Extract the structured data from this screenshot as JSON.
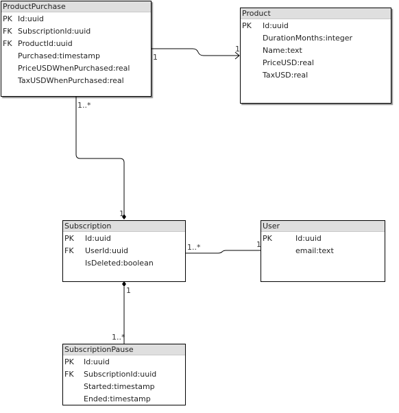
{
  "entities": {
    "product_purchase": {
      "title": "ProductPurchase",
      "fields": [
        {
          "key": "PK",
          "name": "Id:uuid"
        },
        {
          "key": "FK",
          "name": "SubscriptionId:uuid"
        },
        {
          "key": "FK",
          "name": "ProductId:uuid"
        },
        {
          "key": "",
          "name": "Purchased:timestamp"
        },
        {
          "key": "",
          "name": "PriceUSDWhenPurchased:real"
        },
        {
          "key": "",
          "name": "TaxUSDWhenPurchased:real"
        }
      ]
    },
    "product": {
      "title": "Product",
      "fields": [
        {
          "key": "PK",
          "name": "Id:uuid"
        },
        {
          "key": "",
          "name": "DurationMonths:integer"
        },
        {
          "key": "",
          "name": "Name:text"
        },
        {
          "key": "",
          "name": "PriceUSD:real"
        },
        {
          "key": "",
          "name": "TaxUSD:real"
        }
      ]
    },
    "subscription": {
      "title": "Subscription",
      "fields": [
        {
          "key": "PK",
          "name": "Id:uuid"
        },
        {
          "key": "FK",
          "name": "UserId:uuid"
        },
        {
          "key": "",
          "name": "IsDeleted:boolean"
        }
      ]
    },
    "user": {
      "title": "User",
      "fields": [
        {
          "key": "PK",
          "name": "Id:uuid"
        },
        {
          "key": "",
          "name": "email:text"
        }
      ]
    },
    "subscription_pause": {
      "title": "SubscriptionPause",
      "fields": [
        {
          "key": "PK",
          "name": "Id:uuid"
        },
        {
          "key": "FK",
          "name": "SubscriptionId:uuid"
        },
        {
          "key": "",
          "name": "Started:timestamp"
        },
        {
          "key": "",
          "name": "Ended:timestamp"
        }
      ]
    }
  },
  "relationships": {
    "purchase_to_product": {
      "source_multiplicity": "1",
      "target_multiplicity": "1"
    },
    "purchase_to_subscription": {
      "source_multiplicity": "1..*",
      "target_multiplicity": "1"
    },
    "subscription_to_user": {
      "source_multiplicity": "1..*",
      "target_multiplicity": "1"
    },
    "subscription_to_pause": {
      "source_multiplicity": "1",
      "target_multiplicity": "1..*"
    }
  }
}
